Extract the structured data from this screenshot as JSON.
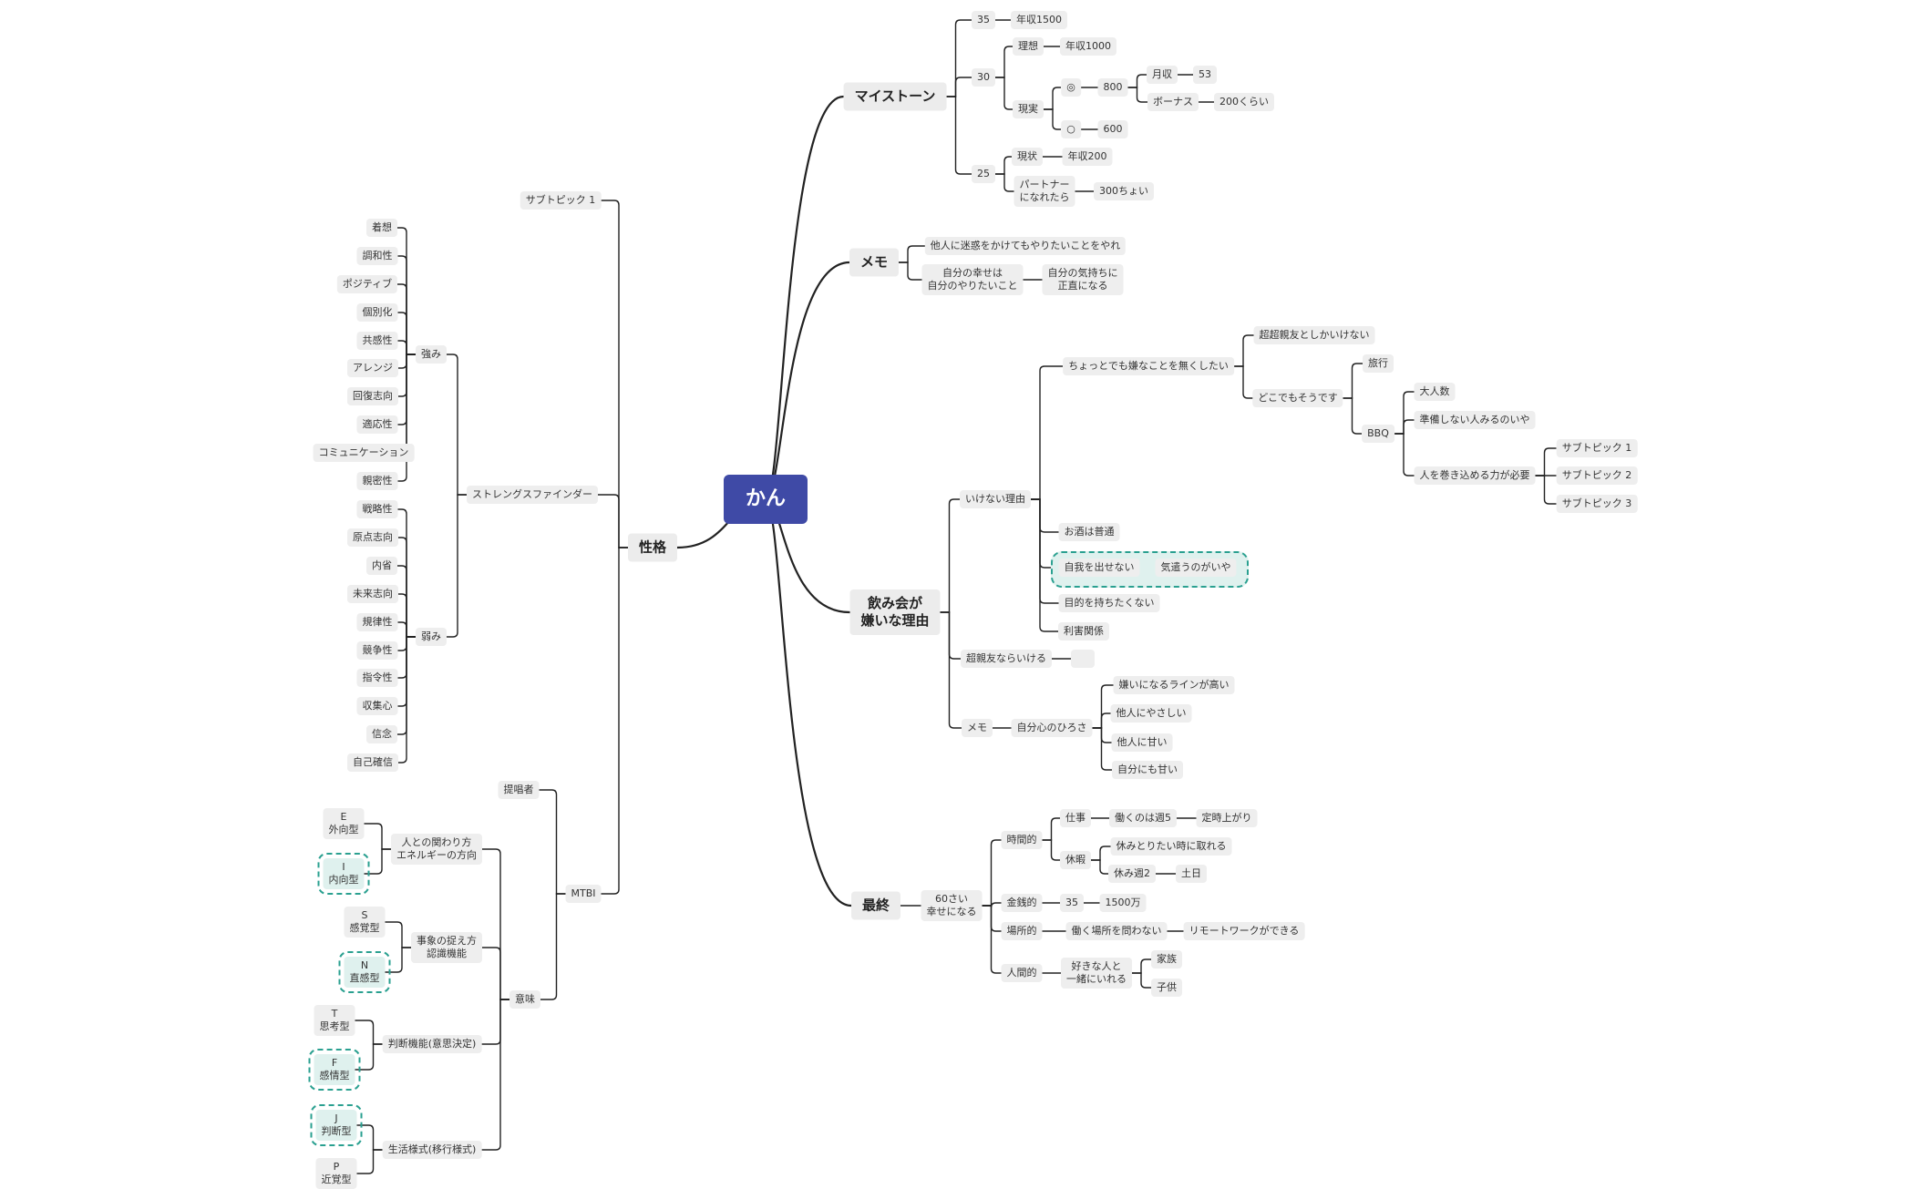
{
  "root_label": "かん",
  "colors": {
    "root_fill": "#3f4aa6",
    "node_fill": "#eeeeee",
    "highlight_fill": "#dff1ee",
    "highlight_border": "#2aa090",
    "line": "#222222"
  },
  "branches": {
    "milestone": {
      "label": "マイストーン",
      "age35": "35",
      "income1500": "年収1500",
      "age30": "30",
      "ideal": "理想",
      "income1000": "年収1000",
      "reality": "現実",
      "double_circle": "◎",
      "v800": "800",
      "monthly": "月収",
      "v53": "53",
      "bonus": "ボーナス",
      "v200kurai": "200くらい",
      "circle": "○",
      "v600": "600",
      "age25": "25",
      "current": "現状",
      "income200": "年収200",
      "partner": "パートナー\nになれたら",
      "v300": "300ちょい"
    },
    "memo": {
      "label": "メモ",
      "item1": "他人に迷惑をかけてもやりたいことをやれ",
      "item2": "自分の幸せは\n自分のやりたいこと",
      "item2_child": "自分の気持ちに\n正直になる"
    },
    "drinking": {
      "label": "飲み会が\n嫌いな理由",
      "reason": "いけない理由",
      "dislike": "ちょっとでも嫌なことを無くしたい",
      "super_close": "超超親友としかいけない",
      "anywhere": "どこでもそうです",
      "travel": "旅行",
      "bbq": "BBQ",
      "crowd": "大人数",
      "no_prep": "準備しない人みるのいや",
      "power": "人を巻き込める力が必要",
      "sub1": "サブトピック 1",
      "sub2": "サブトピック 2",
      "sub3": "サブトピック 3",
      "alcohol": "お酒は普通",
      "no_self": "自我を出せない",
      "care": "気遣うのがいや",
      "no_purpose": "目的を持ちたくない",
      "interest": "利害関係",
      "close_ok": "超親友ならいける",
      "close_ok_child": "",
      "memo": "メモ",
      "self_wide": "自分心のひろさ",
      "line_high": "嫌いになるラインが高い",
      "kind": "他人にやさしい",
      "lenient": "他人に甘い",
      "lenient_self": "自分にも甘い"
    },
    "final": {
      "label": "最終",
      "happy60": "60さい\n幸せになる",
      "time": "時間的",
      "work": "仕事",
      "work5": "働くのは週5",
      "ontime": "定時上がり",
      "vacation": "休暇",
      "vac_take": "休みとりたい時に取れる",
      "vac_week2": "休み週2",
      "weekend": "土日",
      "money": "金銭的",
      "m35": "35",
      "m1500": "1500万",
      "place": "場所的",
      "anyplace": "働く場所を問わない",
      "remote": "リモートワークができる",
      "human": "人間的",
      "together": "好きな人と\n一緒にいれる",
      "family": "家族",
      "child": "子供"
    },
    "personality": {
      "label": "性格",
      "subtopic1": "サブトピック 1",
      "sf": "ストレングスファインダー",
      "strengths": "強み",
      "strength_items": [
        "着想",
        "調和性",
        "ポジティブ",
        "個別化",
        "共感性",
        "アレンジ",
        "回復志向",
        "適応性",
        "コミュニケーション",
        "親密性"
      ],
      "weaknesses": "弱み",
      "weakness_items": [
        "戦略性",
        "原点志向",
        "内省",
        "未来志向",
        "規律性",
        "競争性",
        "指令性",
        "収集心",
        "信念",
        "自己確信"
      ],
      "mbti": "MTBI",
      "proposer": "提唱者",
      "meaning": "意味",
      "energy": "人との関わり方\nエネルギーの方向",
      "e": "E\n外向型",
      "i": "I\n内向型",
      "perception": "事象の捉え方\n認識機能",
      "s": "S\n感覚型",
      "n": "N\n直感型",
      "judgment": "判断機能(意思決定)",
      "t": "T\n思考型",
      "f": "F\n感情型",
      "lifestyle": "生活様式(移行様式)",
      "j": "J\n判断型",
      "p": "P\n近覚型"
    }
  }
}
